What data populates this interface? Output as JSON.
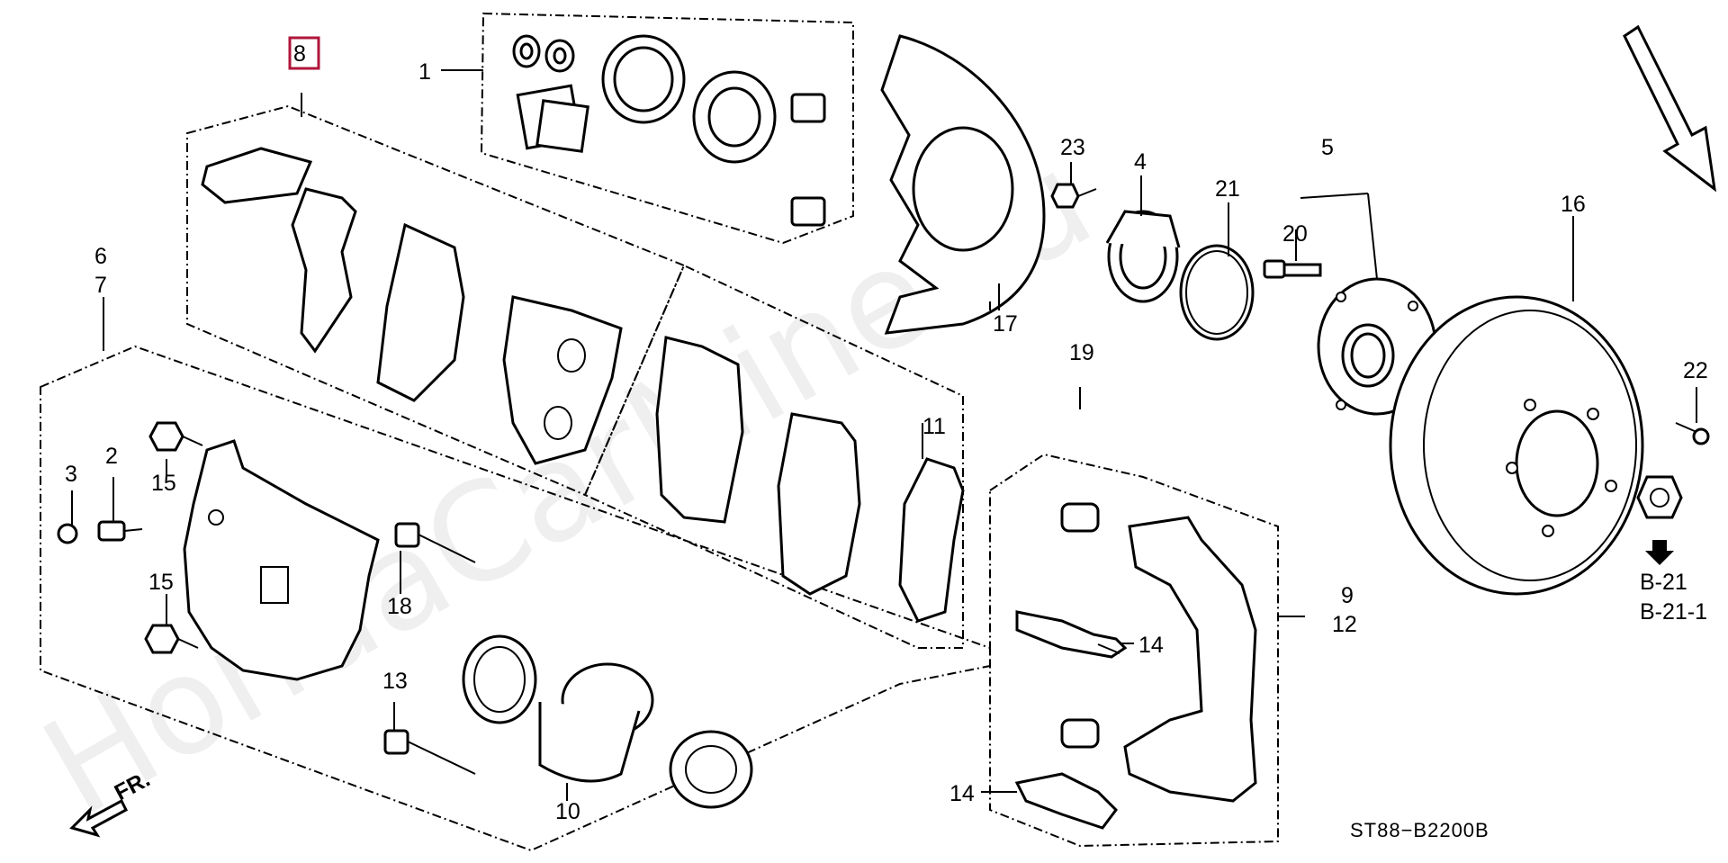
{
  "diagram": {
    "watermark": "HondaCarMine.ru",
    "diagram_code": "ST88−B2200B",
    "front_marker": "FR.",
    "highlighted_part": "8",
    "labels": {
      "p1": "1",
      "p2": "2",
      "p3": "3",
      "p4": "4",
      "p5": "5",
      "p6": "6",
      "p7": "7",
      "p8": "8",
      "p9": "9",
      "p10": "10",
      "p11": "11",
      "p12": "12",
      "p13": "13",
      "p14a": "14",
      "p14b": "14",
      "p15a": "15",
      "p15b": "15",
      "p16": "16",
      "p17": "17",
      "p18": "18",
      "p19": "19",
      "p20": "20",
      "p21": "21",
      "p22": "22",
      "p23": "23"
    },
    "references": [
      "B-21",
      "B-21-1"
    ]
  }
}
